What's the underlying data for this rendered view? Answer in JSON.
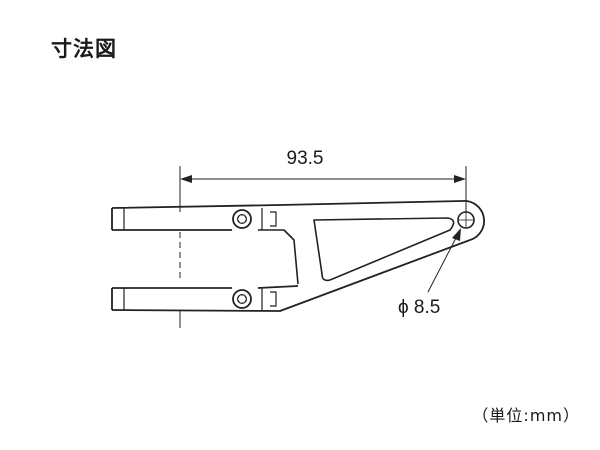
{
  "title": "寸法図",
  "dimensions": {
    "length_label": "93.5",
    "diameter_label": "ϕ 8.5"
  },
  "unit_note": "（単位:mm）"
}
